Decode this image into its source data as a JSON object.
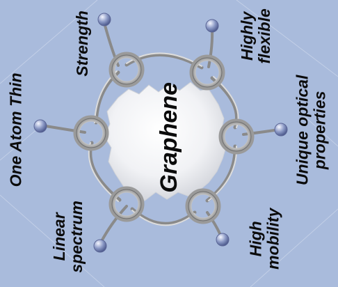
{
  "diagram": {
    "center_label": "Graphene",
    "properties": [
      {
        "id": "strength",
        "lines": [
          "Strength"
        ]
      },
      {
        "id": "highly-flexible",
        "lines": [
          "Highly",
          "flexible"
        ]
      },
      {
        "id": "unique-optical-properties",
        "lines": [
          "Unique optical",
          "properties"
        ]
      },
      {
        "id": "high-mobility",
        "lines": [
          "High",
          "mobility"
        ]
      },
      {
        "id": "linear-spectrum",
        "lines": [
          "Linear",
          "spectrum"
        ]
      },
      {
        "id": "one-atom-thin",
        "lines": [
          "One Atom Thin"
        ]
      }
    ],
    "colors": {
      "background": "#a9bbdc",
      "ring": "#c9c9c9",
      "atom": "#8d9bc7",
      "text": "#0b0b0b"
    }
  }
}
